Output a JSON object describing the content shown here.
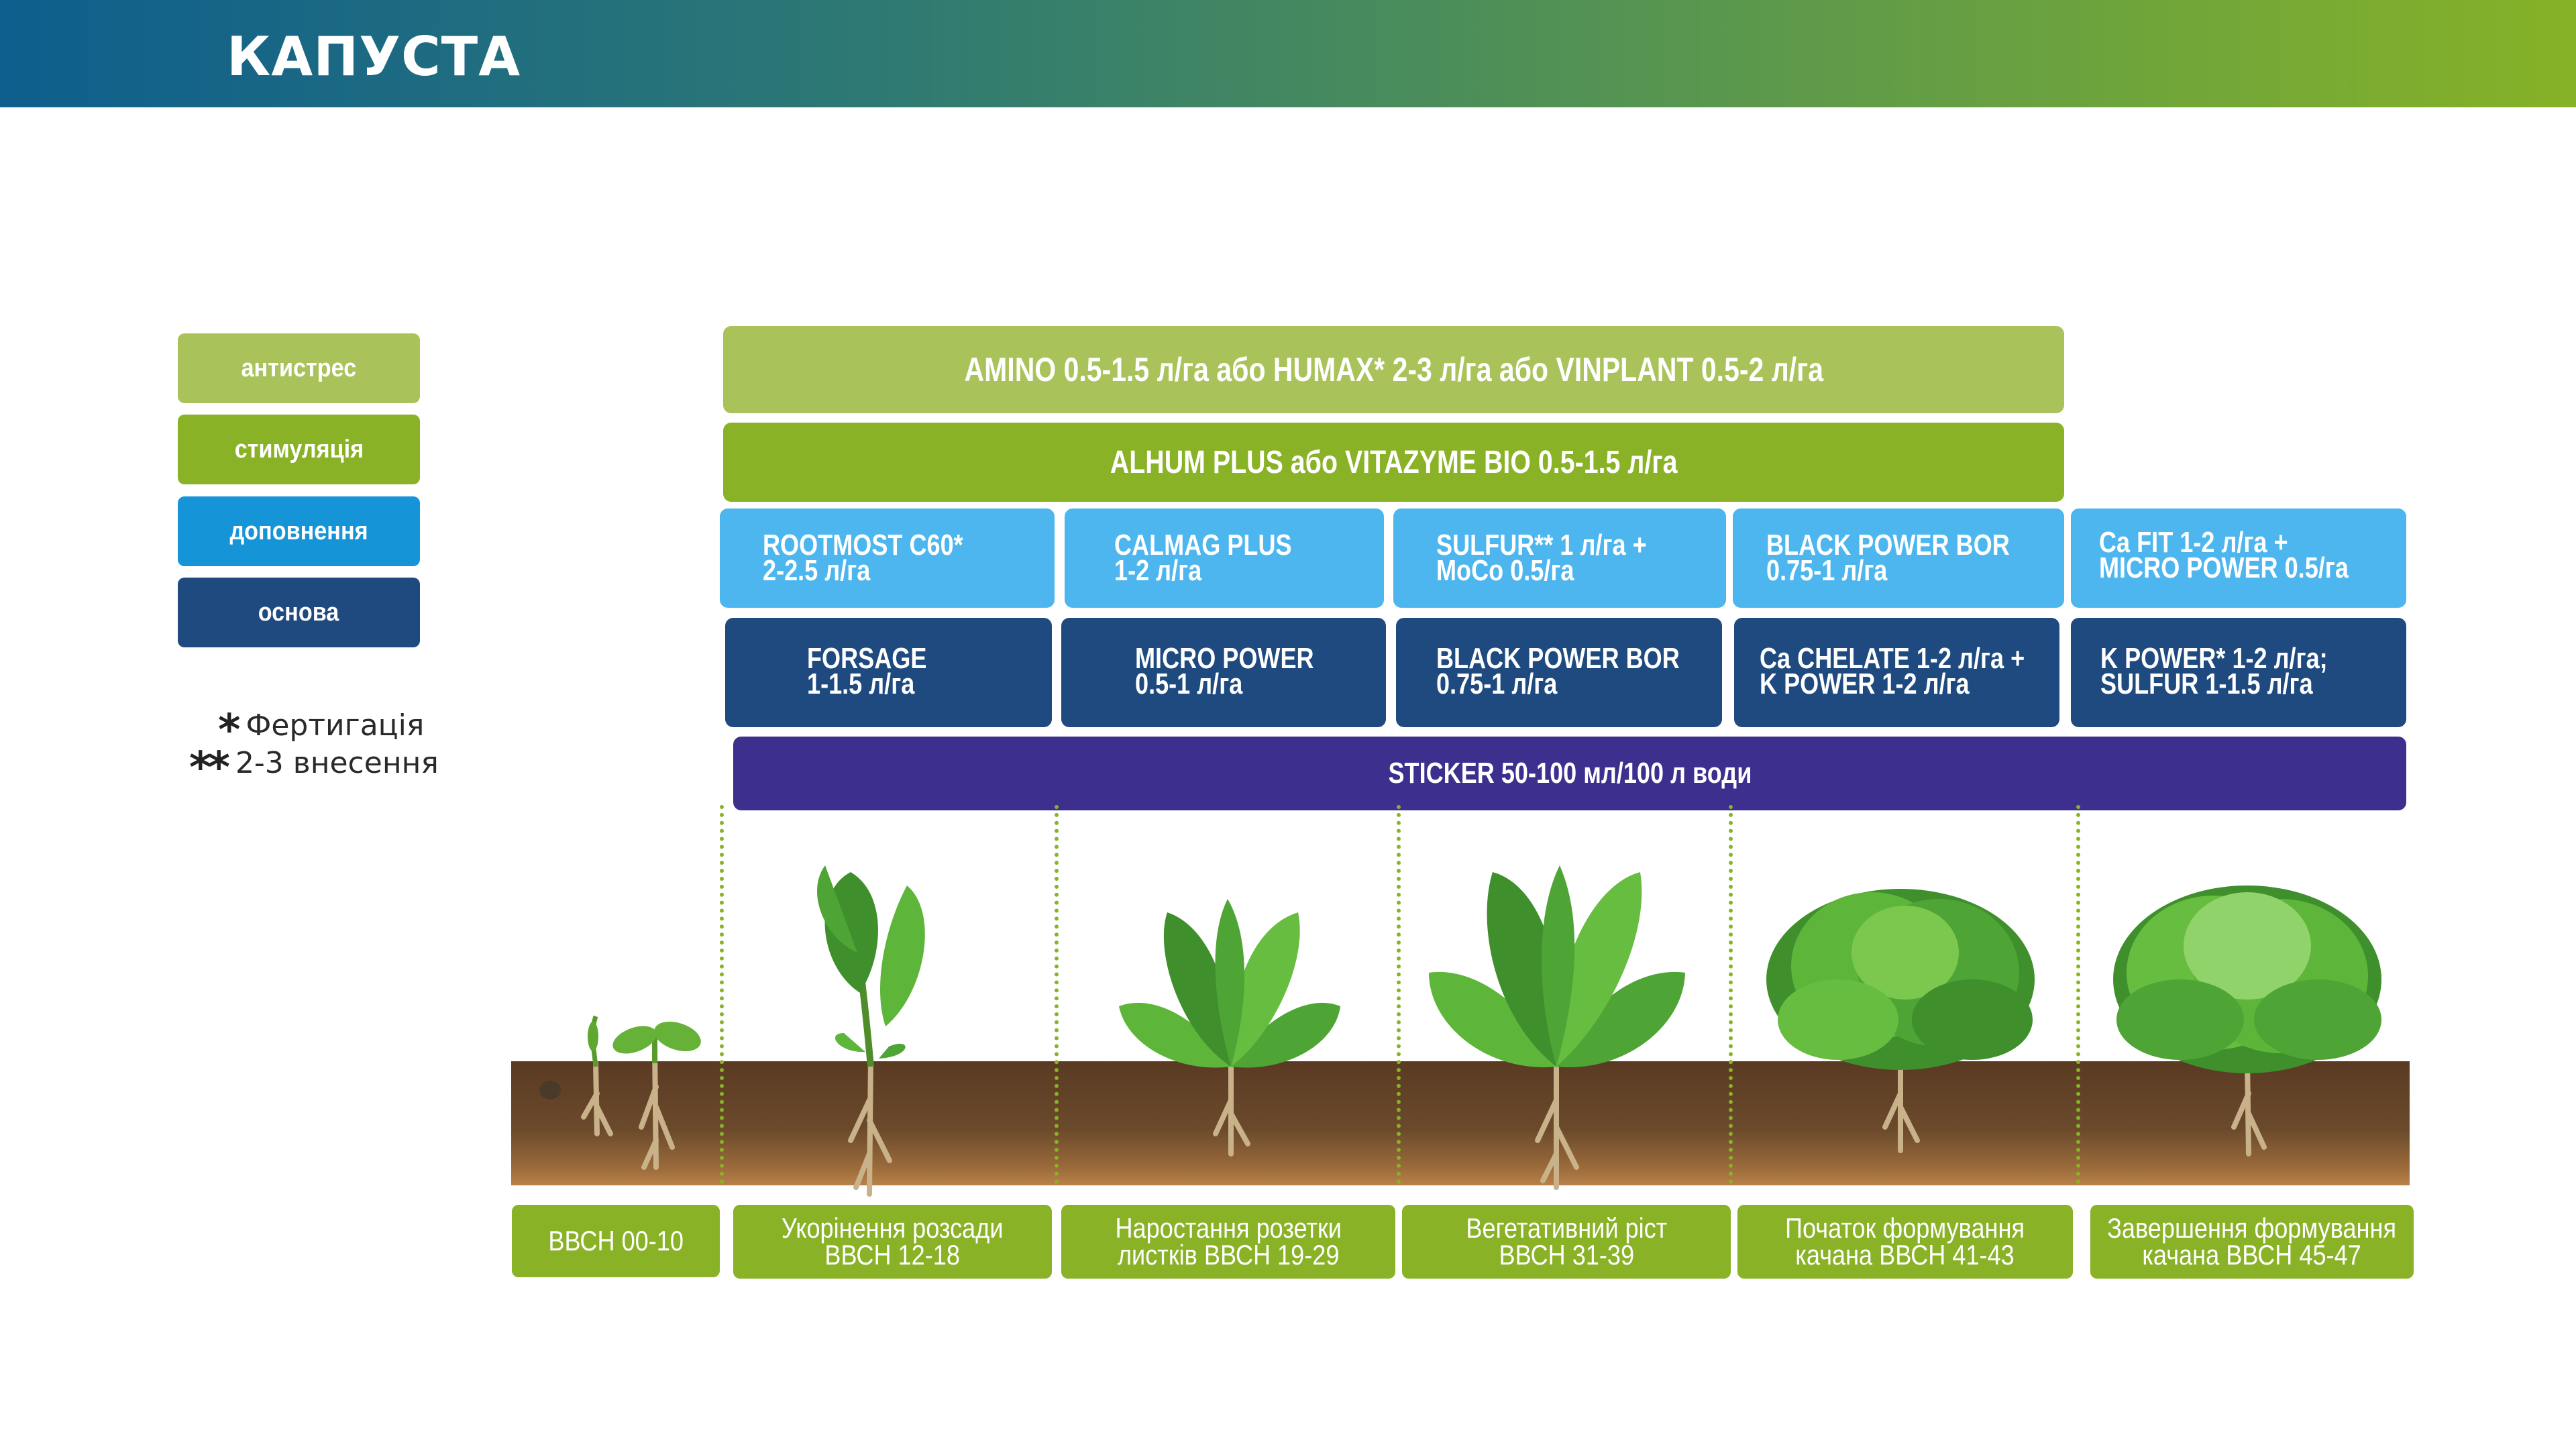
{
  "header": {
    "title": "КАПУСТА"
  },
  "colors": {
    "antistress": "#a9c35a",
    "stimulation": "#8ab227",
    "supplement": "#1694d8",
    "base": "#1f4a80",
    "light_blue": "#4eb6ee",
    "sticker": "#3c2f8e",
    "stage": "#8ab227"
  },
  "legend": {
    "items": [
      {
        "label": "антистрес",
        "color": "#a9c35a"
      },
      {
        "label": "стимуляція",
        "color": "#8ab227"
      },
      {
        "label": "доповнення",
        "color": "#1694d8"
      },
      {
        "label": "основа",
        "color": "#1f4a80"
      }
    ],
    "notes": [
      {
        "stars": "*",
        "text": "Фертигація"
      },
      {
        "stars": "**",
        "text": "2-3 внесення"
      }
    ]
  },
  "rows": {
    "antistress": "AMINO 0.5-1.5 л/га або HUMAX* 2-3 л/га або VINPLANT 0.5-2 л/га",
    "stimulation": "ALHUM PLUS або VITAZYME BIO 0.5-1.5 л/га",
    "supplement": [
      {
        "line1": "ROOTMOST C60*",
        "line2": "2-2.5 л/га"
      },
      {
        "line1": "CALMAG PLUS",
        "line2": "1-2 л/га"
      },
      {
        "line1": "SULFUR** 1 л/га +",
        "line2": "MoCo 0.5/га"
      },
      {
        "line1": "BLACK POWER BOR",
        "line2": "0.75-1 л/га"
      },
      {
        "line1": "Ca FIT 1-2 л/га +",
        "line2": "MICRO POWER 0.5/га"
      }
    ],
    "base": [
      {
        "line1": "FORSAGE",
        "line2": "1-1.5 л/га"
      },
      {
        "line1": "MICRO POWER",
        "line2": "0.5-1 л/га"
      },
      {
        "line1": "BLACK POWER BOR",
        "line2": "0.75-1 л/га"
      },
      {
        "line1": "Ca CHELATE 1-2 л/га +",
        "line2": "K POWER 1-2 л/га"
      },
      {
        "line1": "K POWER* 1-2 л/га;",
        "line2": "SULFUR 1-1.5 л/га"
      }
    ],
    "sticker": "STICKER 50-100 мл/100 л води"
  },
  "stages": [
    {
      "label": "ВВСН 00-10"
    },
    {
      "label": "Укорінення розсади\nВВСН 12-18"
    },
    {
      "label": "Наростання розетки\nлистків ВВСН 19-29"
    },
    {
      "label": "Вегетативний ріст\nВВСН 31-39"
    },
    {
      "label": "Початок формування\nкачана ВВСН 41-43"
    },
    {
      "label": "Завершення формування\nкачана ВВСН 45-47"
    }
  ]
}
